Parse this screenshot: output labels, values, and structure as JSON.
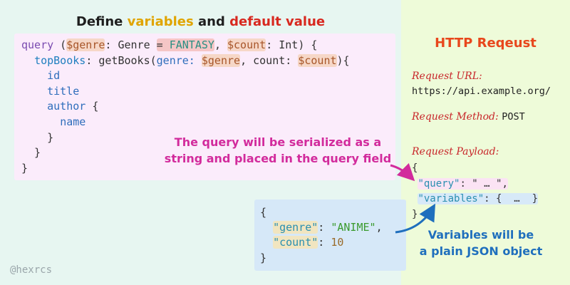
{
  "title": {
    "prefix": "Define ",
    "variables": "variables",
    "middle": " and ",
    "default_value": "default value"
  },
  "query_code": {
    "query_kw": "query",
    "genre_var": "$genre",
    "genre_type": ": Genre ",
    "default_assign": "= FANTASY",
    "count_var": "$count",
    "count_type": ": Int) {",
    "top_books": "topBooks",
    "get_books": "getBooks",
    "genre_arg": "genre: ",
    "count_arg": "count: ",
    "field_id": "id",
    "field_title": "title",
    "field_author": "author",
    "field_name": "name"
  },
  "http": {
    "title": "HTTP Reqeust",
    "url_label": "Request URL:",
    "url_value": "https://api.example.org/",
    "method_label": "Request Method:",
    "method_value": "POST",
    "payload_label": "Request Payload:",
    "payload_query_key": "\"query\"",
    "payload_query_value": ": \" … \",",
    "payload_variables_key": "\"variables\"",
    "payload_variables_value": ": {  …  }"
  },
  "variables_json": {
    "genre_key": "\"genre\"",
    "genre_value": "\"ANIME\"",
    "count_key": "\"count\"",
    "count_value": "10"
  },
  "annotations": {
    "query_line1": "The query will be serialized as a",
    "query_line2": "string and placed in the query field",
    "vars_line1": "Variables will be",
    "vars_line2": "a plain JSON object"
  },
  "handle": "@hexrcs",
  "colors": {
    "variables": "#e0a400",
    "default_value": "#d8281f",
    "http_title": "#e8471c",
    "query_annotation": "#d22b9c",
    "variables_annotation": "#1f6fbd"
  }
}
